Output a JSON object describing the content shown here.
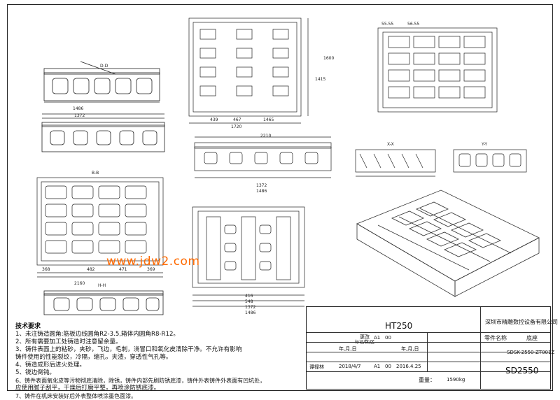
{
  "views": {
    "dd_label": "D-D",
    "bb_label": "B-B",
    "hh_label": "H-H",
    "xx_label": "X-X",
    "yy_label": "Y-Y",
    "top_view_dims": [
      "439",
      "467",
      "1465",
      "1720",
      "1415",
      "1600"
    ],
    "mid_dims": [
      "2210",
      "1372",
      "1486"
    ],
    "left_dims": [
      "1486",
      "1372",
      "2160",
      "368",
      "482",
      "471",
      "369"
    ],
    "right_dims": [
      "55.55",
      "56.55"
    ],
    "bottom_center_dims": [
      "416",
      "548",
      "1372",
      "1486"
    ]
  },
  "watermark": "www.jdw2.com",
  "requirements": {
    "title": "技术要求",
    "lines": [
      "1、未注铸造圆角:筋板边线圆角R2-3.5,箱体内圆角R8-R12。",
      "2、所有需要加工处铸造时注意留余量。",
      "3、铸件表面上的粘砂，夹砂，飞边，毛刺，浇冒口和氧化皮清除干净。不允许有影响",
      "   铸件使用的性能裂纹，冷隔，缩孔，夹渣，穿透性气孔等。",
      "4、铸造成形后进火处理。",
      "5、锐边倒钝。",
      "6、铸件表面氧化皮等污物彻底清除，除锈，铸件内部先刷防锈底漆，铸件外表铸件外表面有凹坑处，",
      "   应使用腻子刮平，干燥后打磨平整，再喷涂防锈底漆。",
      "7、铸件在机床安装好后外表整体喷涂墨色面漆。"
    ]
  },
  "title_block": {
    "material": "HT250",
    "company": "深圳市精雕数控设备有限公司",
    "part_name_label": "零件名称",
    "part_name": "底座",
    "drawing_no": "SDSK-2550-ZT001Z",
    "model": "SD2550",
    "weight_label": "重量：",
    "weight": "1590kg",
    "date_label1": "年,月,日",
    "date_label2": "年,月,日",
    "change_label": "更改",
    "change_sub": "标记/数/区",
    "designer_label": "谭禄林",
    "date1": "2018/4/7",
    "rev": "A1",
    "rev2": "00",
    "date2": "2016.4.25",
    "small1": "A1",
    "small2": "00"
  }
}
